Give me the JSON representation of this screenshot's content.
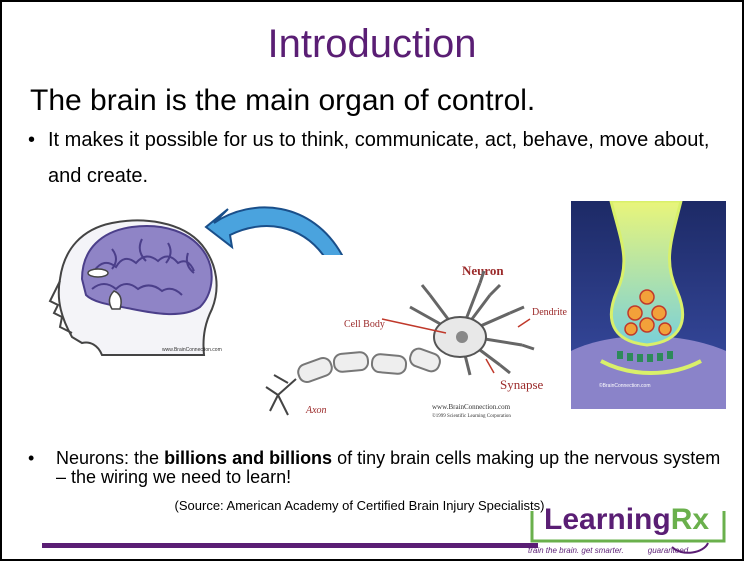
{
  "slide": {
    "title": "Introduction",
    "subtitle": "The brain is the main organ of control.",
    "bullets": [
      "It makes it possible for us to think, communicate, act, behave, move about, and create."
    ],
    "bullet2": {
      "part1": "Neurons: the ",
      "bold": "billions and billions",
      "part2": " of tiny brain cells making up the nervous system – the wiring we need to learn!"
    },
    "source": "(Source: American Academy of Certified Brain Injury Specialists)"
  },
  "images": {
    "brain_credit": "www.BrainConnection.com",
    "neuron": {
      "neuron_label": "Neuron",
      "dendrite_label": "Dendrite",
      "cell_body_label": "Cell Body",
      "synapse_label": "Synapse",
      "axon_label": "Axon",
      "credit": "www.BrainConnection.com",
      "credit_year": "©1999 Scientific Learning Corporation"
    },
    "synapse_credit": "©BrainConnection.com"
  },
  "logo": {
    "word_learning": "Learning",
    "word_rx": "Rx",
    "tagline_left": "train the brain. get smarter.",
    "tagline_right": "guaranteed."
  },
  "colors": {
    "title": "#5a1e74",
    "footer_line": "#5a1e74",
    "logo_green": "#6ab04c",
    "arrow": "#4aa3de",
    "neuron_label": "#9b2a2a"
  }
}
